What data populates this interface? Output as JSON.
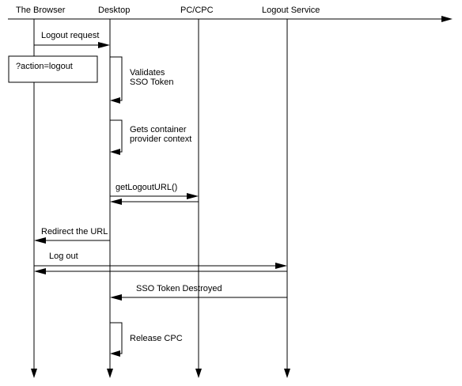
{
  "participants": {
    "browser": "The Browser",
    "desktop": "Desktop",
    "pccpc": "PC/CPC",
    "logout_service": "Logout Service"
  },
  "notes": {
    "action_logout": "?action=logout"
  },
  "messages": {
    "logout_request": "Logout request",
    "validates_line1": "Validates",
    "validates_line2": "SSO Token",
    "gets_line1": "Gets container",
    "gets_line2": "provider context",
    "get_logout_url": "getLogoutURL()",
    "redirect": "Redirect the URL",
    "log_out": "Log out",
    "sso_destroyed": "SSO Token Destroyed",
    "release_cpc": "Release CPC"
  }
}
